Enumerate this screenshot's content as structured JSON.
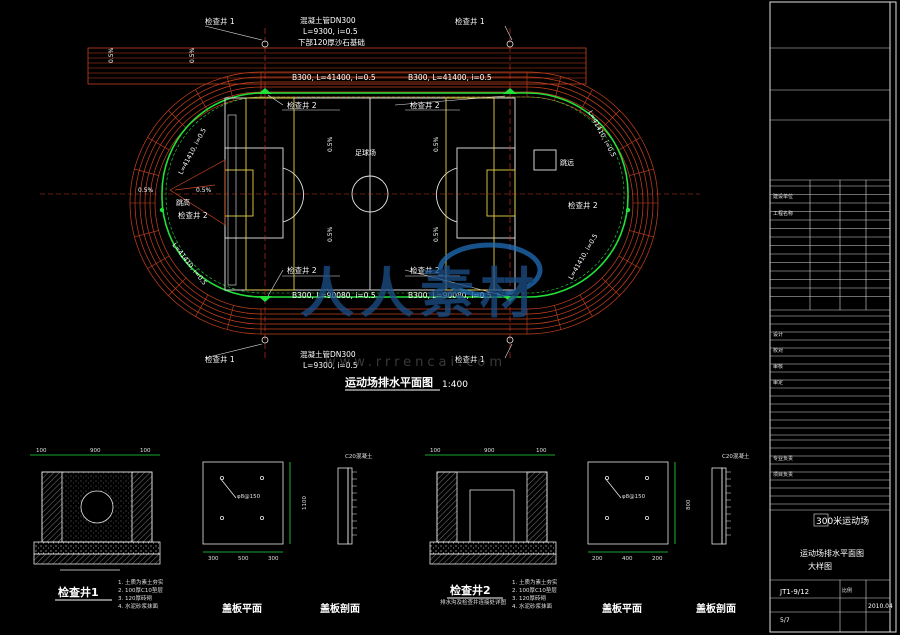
{
  "plan": {
    "inspection_well_1_top_left": "检查井 1",
    "inspection_well_1_top_right": "检查井 1",
    "inspection_well_1_bottom_left": "检查井 1",
    "inspection_well_1_bottom_right": "检查井 1",
    "pipe_top_label": "混凝土管DN300",
    "pipe_top_slope": "L=9300, i=0.5",
    "pipe_top_note": "下部120厚沙石基础",
    "pipe_bottom_label": "混凝土管DN300",
    "pipe_bottom_slope": "L=9300, i=0.5",
    "drain_top_left": "B300, L=41400, i=0.5",
    "drain_top_right": "B300, L=41400, i=0.5",
    "drain_bottom_left": "B300, L=90080, i=0.5",
    "drain_bottom_right": "B300, L=90080, i=0.5",
    "well2_top_left": "检查井 2",
    "well2_top_right": "检查井 2",
    "well2_bottom_left": "检查井 2",
    "well2_bottom_right": "检查井 2",
    "well2_left": "检查井 2",
    "well2_right": "检查井 2",
    "curve_left_top": "L=41410, i=0.5",
    "curve_left_bottom": "L=41410, i=0.5",
    "curve_right_top": "L=41410, i=0.5",
    "curve_right_bottom": "L=41410, i=0.5",
    "slope_a": "0.5%",
    "slope_b": "0.5%",
    "slope_c": "0.5%",
    "slope_d": "0.5%",
    "slope_e": "0.5%",
    "slope_f": "0.5%",
    "slope_g": "0.5%",
    "slope_h": "0.5%",
    "field_label": "足球场",
    "high_jump": "跳高",
    "long_jump": "跳远",
    "title": "运动场排水平面图",
    "scale": "1:400"
  },
  "details": {
    "well1_title": "检查井1",
    "well2_title": "检查井2",
    "cover_plan_1": "盖板平面",
    "cover_section_1": "盖板剖面",
    "cover_plan_2": "盖板平面",
    "cover_section_2": "盖板剖面",
    "c20_1": "C20混凝土",
    "c20_2": "C20混凝土",
    "rebar_1": "φ8@150",
    "rebar_2": "φ8@150",
    "dim_100": "100",
    "dim_900": "900",
    "dim_300": "300",
    "dim_500": "500",
    "dim_1100": "1100",
    "dim_200": "200",
    "dim_400": "400",
    "dim_800": "800",
    "notes_1": [
      "1. 土质为素土夯实",
      "2. 100厚C10垫层",
      "3. 120厚砖砌",
      "4. 水泥砂浆抹面"
    ],
    "notes_2": [
      "1. 土质为素土夯实",
      "2. 100厚C10垫层",
      "3. 120厚砖砌",
      "4. 水泥砂浆抹面"
    ],
    "well2_sub": "排水沟及检查井连接处详图"
  },
  "title_block": {
    "rows": [
      "建设单位",
      "工程名称",
      "设计",
      "校对",
      "审核",
      "审定",
      "专业负责",
      "项目负责"
    ],
    "project": "300米运动场",
    "drawing_name": "运动场排水平面图",
    "drawing_sub": "大样图",
    "drawing_no": "JT1-9/12",
    "date": "2010.04",
    "sheet": "5/7",
    "scale": "比例"
  },
  "watermark": {
    "brand": "人人素材",
    "site": "www.rrrencai.com"
  }
}
